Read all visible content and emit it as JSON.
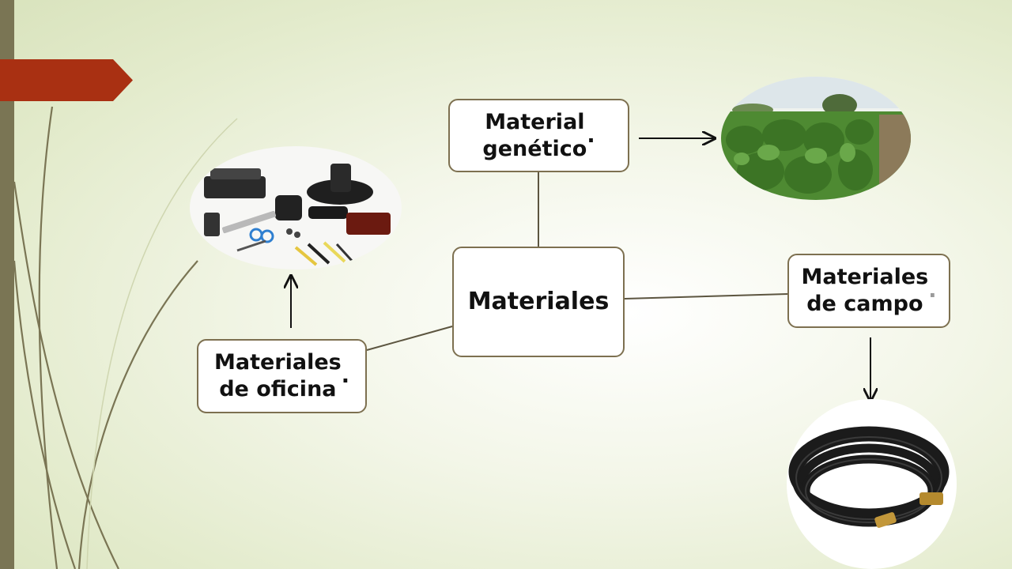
{
  "slide": {
    "colors": {
      "background": "#e3ebcc",
      "left_bar": "#7a7554",
      "tab": "#a93012",
      "node_border": "#7d7050",
      "node_fill": "#ffffff",
      "text": "#111111"
    },
    "decor": [
      "left-bar",
      "red-tab",
      "curved-stems"
    ]
  },
  "diagram": {
    "center": {
      "label": "Materiales"
    },
    "branches": [
      {
        "id": "genetic",
        "label": "Material\ngenético",
        "suffix": ".",
        "image": "tobacco-field-photo"
      },
      {
        "id": "field",
        "label": "Materiales\nde campo",
        "suffix": ".",
        "image": "garden-hose-photo"
      },
      {
        "id": "office",
        "label": "Materiales\nde oficina",
        "suffix": ".",
        "image": "office-supplies-photo"
      }
    ]
  }
}
